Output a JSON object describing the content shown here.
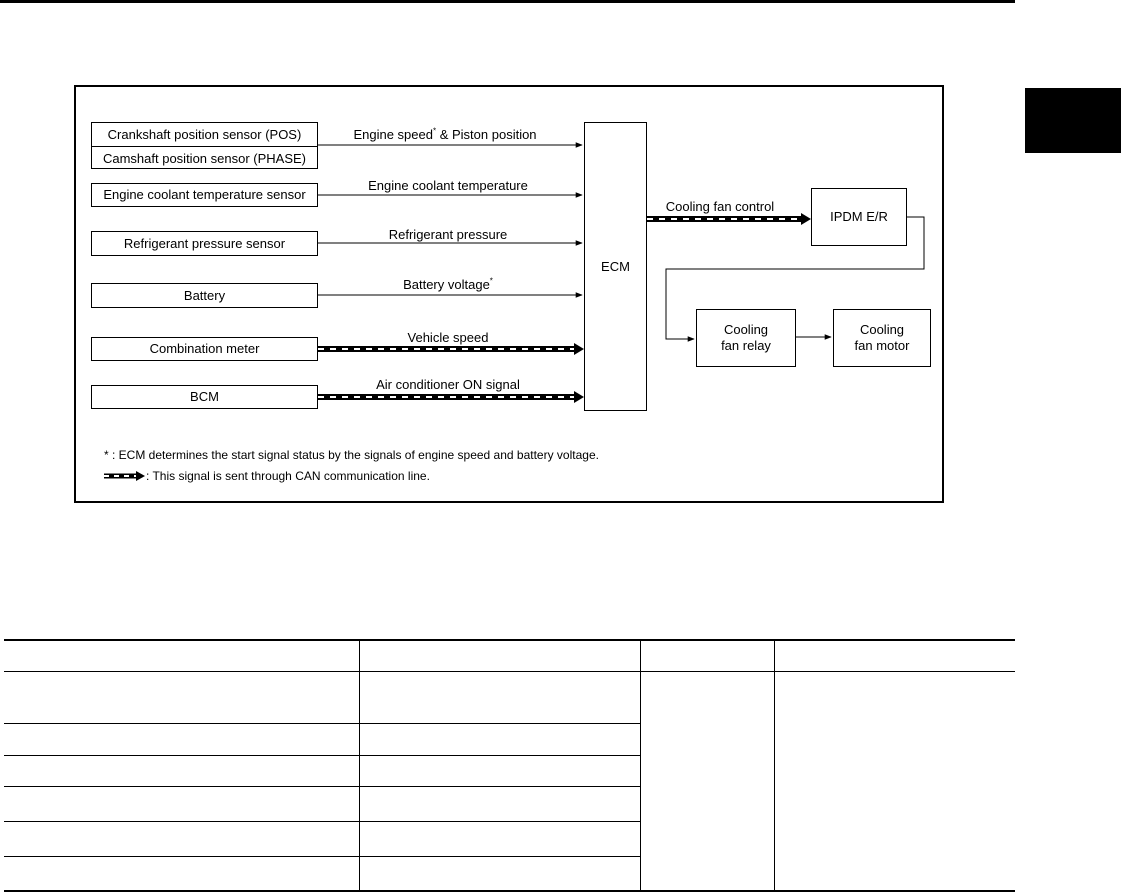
{
  "diagram": {
    "inputs": [
      {
        "id": "crank",
        "label": "Crankshaft position sensor (POS)"
      },
      {
        "id": "cam",
        "label": "Camshaft position sensor (PHASE)"
      },
      {
        "id": "ect",
        "label": "Engine coolant temperature sensor"
      },
      {
        "id": "refrig",
        "label": "Refrigerant pressure sensor"
      },
      {
        "id": "battery",
        "label": "Battery"
      },
      {
        "id": "meter",
        "label": "Combination meter"
      },
      {
        "id": "bcm",
        "label": "BCM"
      }
    ],
    "signals": [
      {
        "text": "Engine speed",
        "mark": "*",
        "rest": " & Piston position",
        "can": false
      },
      {
        "text": "Engine coolant temperature",
        "mark": "",
        "rest": "",
        "can": false
      },
      {
        "text": "Refrigerant pressure",
        "mark": "",
        "rest": "",
        "can": false
      },
      {
        "text": "Battery voltage",
        "mark": "*",
        "rest": "",
        "can": false
      },
      {
        "text": "Vehicle speed",
        "mark": "",
        "rest": "",
        "can": true
      },
      {
        "text": "Air conditioner ON signal",
        "mark": "",
        "rest": "",
        "can": true
      }
    ],
    "ecm_label": "ECM",
    "output_signal": "Cooling fan control",
    "ipdm_label": "IPDM E/R",
    "relay_label": "Cooling fan relay",
    "motor_label": "Cooling fan motor",
    "notes": {
      "asterisk": "* : ECM determines the start signal status by the signals of engine speed and battery voltage.",
      "can": ": This signal is sent through CAN communication line."
    }
  },
  "table": {
    "header": [
      "",
      "",
      "",
      ""
    ],
    "rows": [
      [
        "",
        ""
      ],
      [
        "",
        ""
      ],
      [
        "",
        ""
      ],
      [
        "",
        ""
      ],
      [
        "",
        ""
      ],
      [
        "",
        ""
      ]
    ]
  }
}
